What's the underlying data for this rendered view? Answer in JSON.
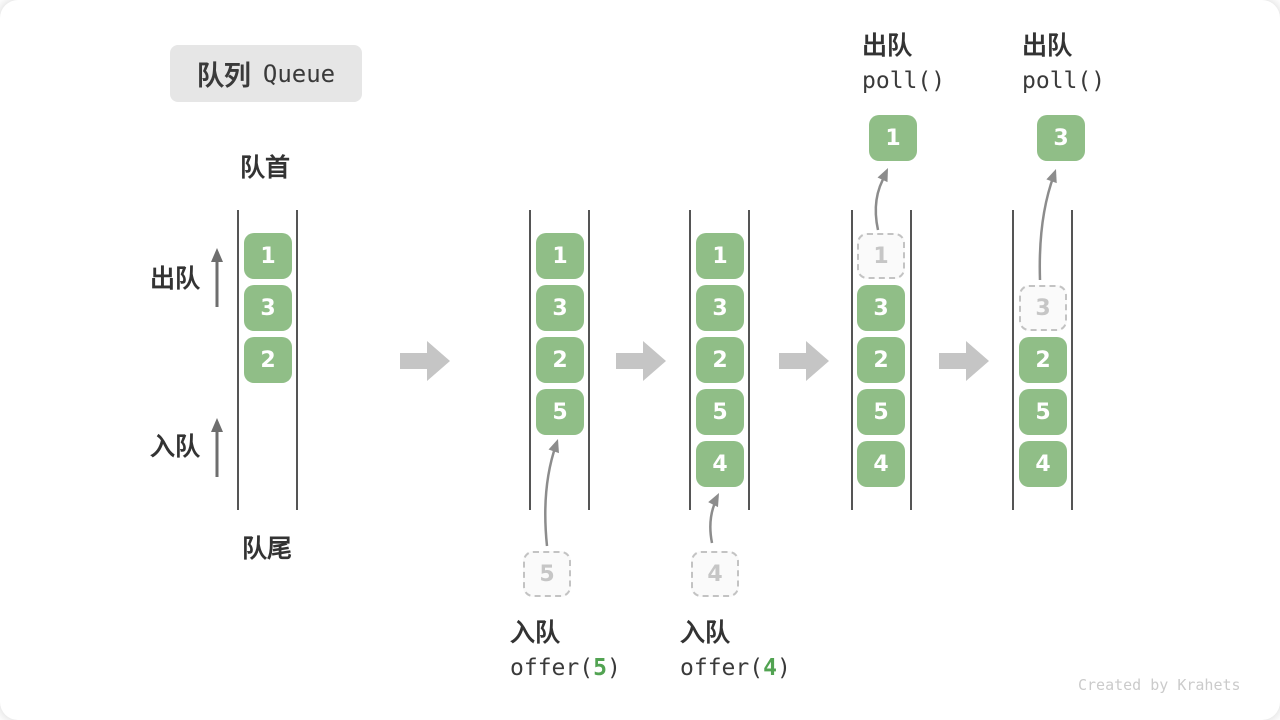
{
  "title": {
    "zh": "队列",
    "en": "Queue"
  },
  "side_labels": {
    "front": "队首",
    "rear": "队尾",
    "dequeue": "出队",
    "enqueue": "入队"
  },
  "states": {
    "s1": {
      "boxes": {
        "b0": "1",
        "b1": "3",
        "b2": "2"
      }
    },
    "s2": {
      "boxes": {
        "b0": "1",
        "b1": "3",
        "b2": "2",
        "b3": "5"
      }
    },
    "s3": {
      "boxes": {
        "b0": "1",
        "b1": "3",
        "b2": "2",
        "b3": "5",
        "b4": "4"
      }
    },
    "s4": {
      "ghost": "1",
      "boxes": {
        "b1": "3",
        "b2": "2",
        "b3": "5",
        "b4": "4"
      }
    },
    "s5": {
      "ghost": "3",
      "boxes": {
        "b2": "2",
        "b3": "5",
        "b4": "4"
      }
    }
  },
  "operations": {
    "enqueue5": {
      "label": "入队",
      "code_open": "offer(",
      "arg": "5",
      "code_close": ")",
      "item": "5"
    },
    "enqueue4": {
      "label": "入队",
      "code_open": "offer(",
      "arg": "4",
      "code_close": ")",
      "item": "4"
    },
    "poll1": {
      "label": "出队",
      "code": "poll()",
      "item": "1"
    },
    "poll3": {
      "label": "出队",
      "code": "poll()",
      "item": "3"
    }
  },
  "colors": {
    "box_green": "#90be87",
    "arg_green": "#52a352",
    "flow_arrow_gray": "#c5c5c5",
    "title_bg": "#e6e6e6"
  },
  "watermark": "Created by Krahets"
}
